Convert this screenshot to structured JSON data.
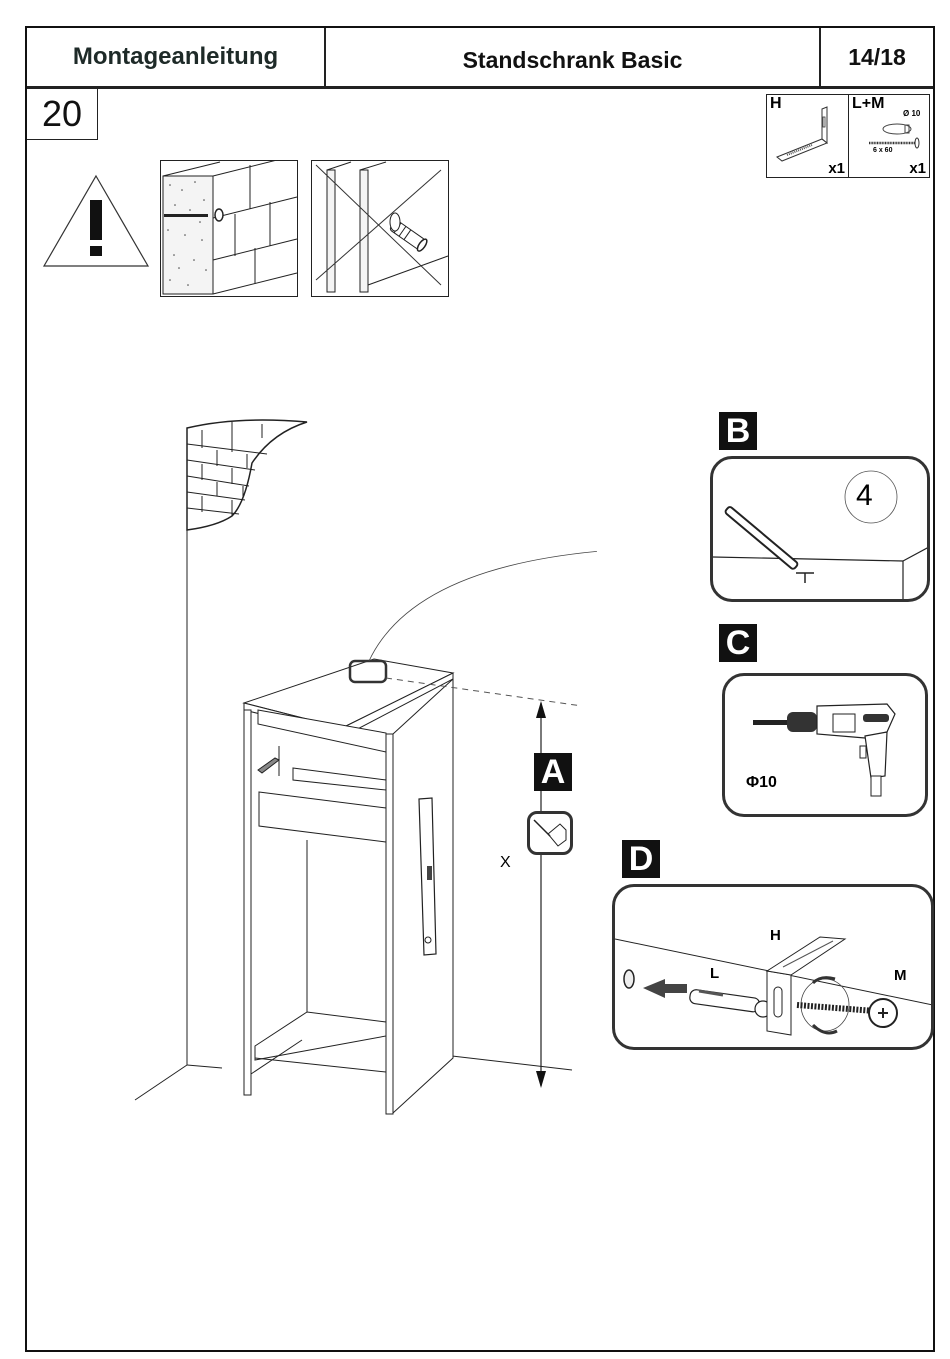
{
  "header": {
    "title": "Montageanleitung",
    "product": "Standschrank Basic",
    "page": "14/18"
  },
  "step": {
    "number": "20"
  },
  "parts": [
    {
      "label": "H",
      "quantity": "x1",
      "icon": "wall-bracket-icon"
    },
    {
      "label": "L+M",
      "quantity": "x1",
      "icon": "dowel-and-screw-icon",
      "diameter": "Ø 10",
      "size": "6 x 60"
    }
  ],
  "warning": {
    "icon": "warning-triangle-icon",
    "symbol": "!",
    "examples": [
      {
        "name": "solid-wall-ok",
        "icon": "solid-brick-wall-dowel-icon"
      },
      {
        "name": "hollow-wall-not-ok",
        "icon": "hollow-wall-crossed-out-icon"
      }
    ]
  },
  "steps": {
    "A": {
      "letter": "A",
      "dimension_label": "X",
      "icon": "spirit-level-icon"
    },
    "B": {
      "letter": "B",
      "marker_number": "4",
      "icon": "pencil-mark-icon"
    },
    "C": {
      "letter": "C",
      "drill_label": "Φ10",
      "icon": "drill-icon"
    },
    "D": {
      "letter": "D",
      "labels": {
        "bracket": "H",
        "dowel": "L",
        "screw": "M"
      }
    }
  }
}
